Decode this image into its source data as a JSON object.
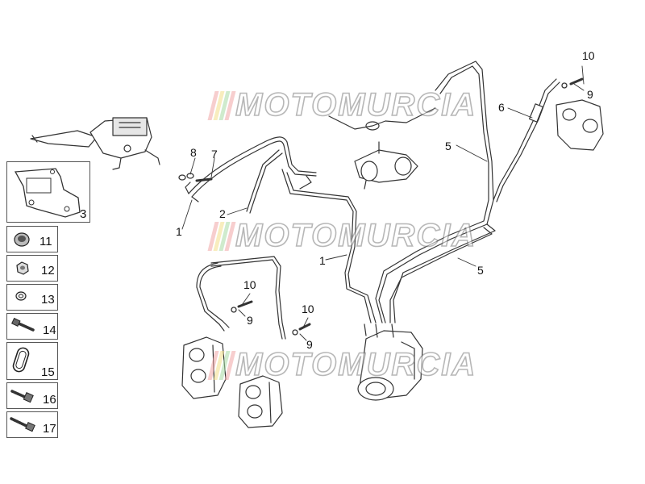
{
  "watermark": {
    "text": "MOTOMURCIA",
    "bar_colors": [
      "#f2a7a7",
      "#f3e08a",
      "#a9dca6",
      "#f2a7a7"
    ]
  },
  "colors": {
    "line": "#333333",
    "hose": "#444444",
    "box_border": "#555555"
  },
  "callouts": {
    "c1a": "1",
    "c1b": "1",
    "c2": "2",
    "c5a": "5",
    "c5b": "5",
    "c6": "6",
    "c7": "7",
    "c8": "8",
    "c9a": "9",
    "c9b": "9",
    "c9c": "9",
    "c10a": "10",
    "c10b": "10",
    "c10c": "10"
  },
  "parts_boxes": [
    {
      "num": "3",
      "icon": "bracket-icon"
    },
    {
      "num": "11",
      "icon": "grommet-icon"
    },
    {
      "num": "12",
      "icon": "nut-icon"
    },
    {
      "num": "13",
      "icon": "washer-icon"
    },
    {
      "num": "14",
      "icon": "short-screw-icon"
    },
    {
      "num": "15",
      "icon": "clip-icon"
    },
    {
      "num": "16",
      "icon": "bolt-icon"
    },
    {
      "num": "17",
      "icon": "long-screw-icon"
    }
  ]
}
